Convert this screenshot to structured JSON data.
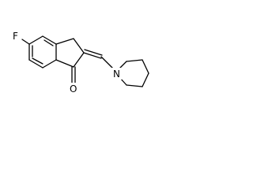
{
  "molecule": {
    "atoms": {
      "fluorine": "F",
      "nitrogen": "N",
      "oxygen": "O"
    },
    "colors": {
      "bond": "#000000",
      "label": "#000000",
      "background": "#ffffff"
    }
  }
}
